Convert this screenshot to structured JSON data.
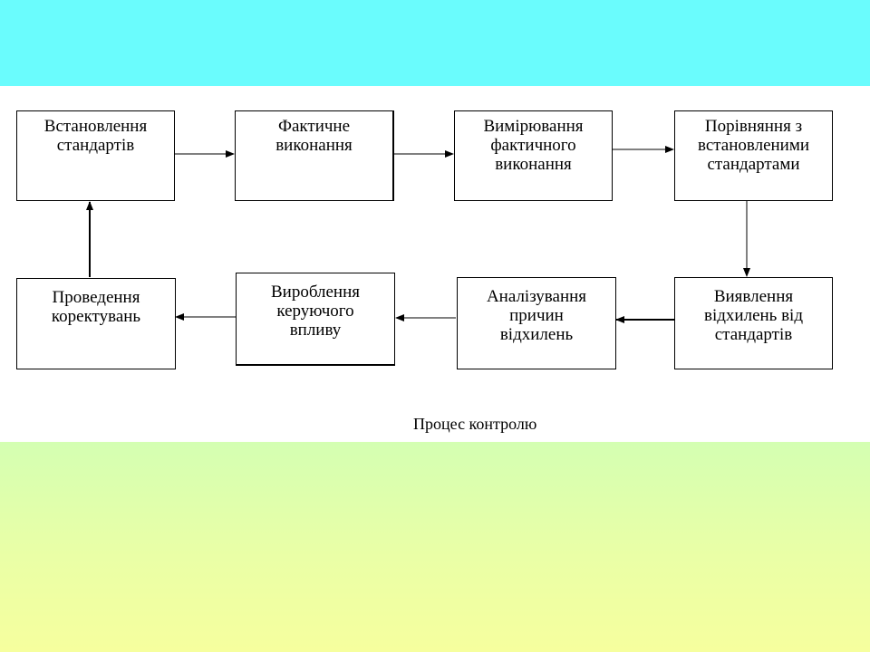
{
  "diagram": {
    "nodes": [
      {
        "id": "n1",
        "lines": [
          "Встановлення",
          "стандартів"
        ]
      },
      {
        "id": "n2",
        "lines": [
          "Фактичне",
          "виконання"
        ]
      },
      {
        "id": "n3",
        "lines": [
          "Вимірювання",
          "фактичного",
          "виконання"
        ]
      },
      {
        "id": "n4",
        "lines": [
          "Порівняння з",
          "встановленими",
          "стандартами"
        ]
      },
      {
        "id": "n5",
        "lines": [
          "Виявлення",
          "відхилень від",
          "стандартів"
        ]
      },
      {
        "id": "n6",
        "lines": [
          "Аналізування",
          "причин",
          "відхилень"
        ]
      },
      {
        "id": "n7",
        "lines": [
          "Вироблення",
          "керуючого",
          "впливу"
        ]
      },
      {
        "id": "n8",
        "lines": [
          "Проведення",
          "коректувань"
        ]
      }
    ],
    "edges": [
      {
        "from": "n1",
        "to": "n2"
      },
      {
        "from": "n2",
        "to": "n3"
      },
      {
        "from": "n3",
        "to": "n4"
      },
      {
        "from": "n4",
        "to": "n5"
      },
      {
        "from": "n5",
        "to": "n6"
      },
      {
        "from": "n6",
        "to": "n7"
      },
      {
        "from": "n7",
        "to": "n8"
      },
      {
        "from": "n8",
        "to": "n1"
      }
    ],
    "caption": "Процес контролю"
  },
  "colors": {
    "top_band": "#6afcfd",
    "bottom_band_top": "#d4ffb2",
    "bottom_band_bottom": "#f6ff9e"
  }
}
